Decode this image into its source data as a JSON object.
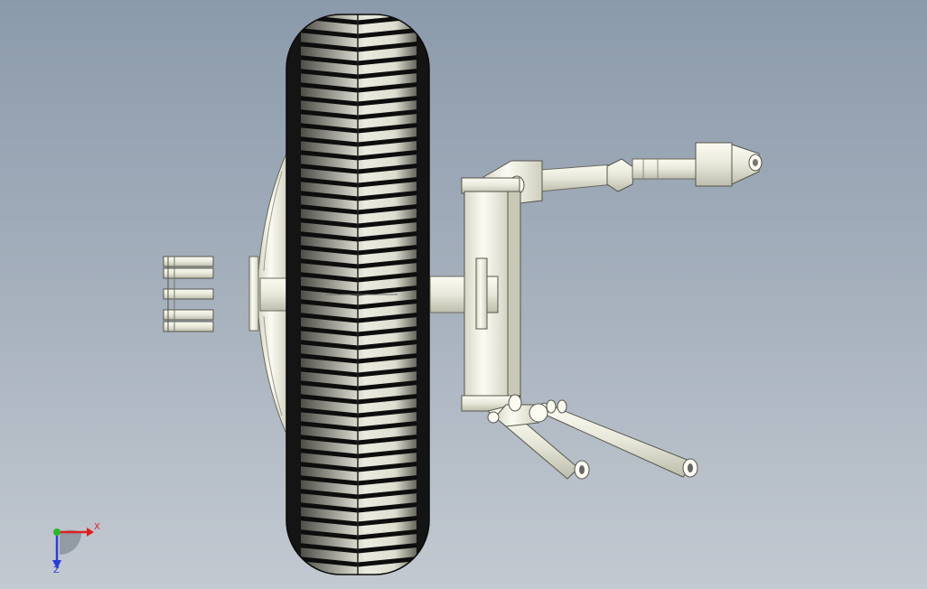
{
  "viewport": {
    "background_top": "#8b9aab",
    "background_bottom": "#c3c9d1"
  },
  "model": {
    "parts": [
      "wheel-tire",
      "wheel-rim",
      "lug-pins",
      "upright-knuckle",
      "tie-rod",
      "lower-control-arm"
    ],
    "tire_color": "#1c1c1c",
    "part_color": "#f1f1e4"
  },
  "triad": {
    "x_label": "X",
    "z_label": "Z",
    "x_color": "#e01f1f",
    "y_color": "#2db52d",
    "z_color": "#2a3fd6"
  }
}
